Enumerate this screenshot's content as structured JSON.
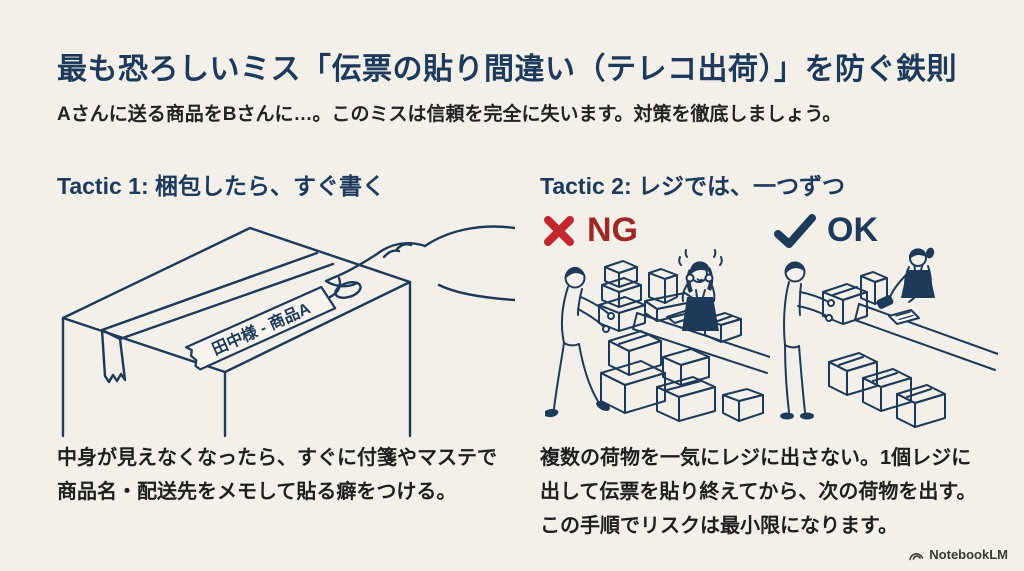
{
  "header": {
    "title": "最も恐ろしいミス「伝票の貼り間違い（テレコ出荷）」を防ぐ鉄則",
    "subtitle": "Aさんに送る商品をBさんに…。このミスは信頼を完全に失います。対策を徹底しましょう。"
  },
  "tactic1": {
    "heading": "Tactic 1: 梱包したら、すぐ書く",
    "tape_label": "田中様 - 商品A",
    "body_line1": "中身が見えなくなったら、すぐに付箋やマステで",
    "body_line2": "商品名・配送先をメモして貼る癖をつける。"
  },
  "tactic2": {
    "heading": "Tactic 2: レジでは、一つずつ",
    "ng_label": "NG",
    "ok_label": "OK",
    "body_line1": "複数の荷物を一気にレジに出さない。1個レジに",
    "body_line2": "出して伝票を貼り終えてから、次の荷物を出す。",
    "body_line3": "この手順でリスクは最小限になります。"
  },
  "footer": {
    "watermark": "NotebookLM"
  },
  "colors": {
    "background": "#f2f0e8",
    "heading_navy": "#1d3a5c",
    "illustration_line_navy": "#1e3a5a",
    "x_red": "#c1272d",
    "ng_text_red": "#9e2823",
    "body_text": "#1f1f1f"
  }
}
